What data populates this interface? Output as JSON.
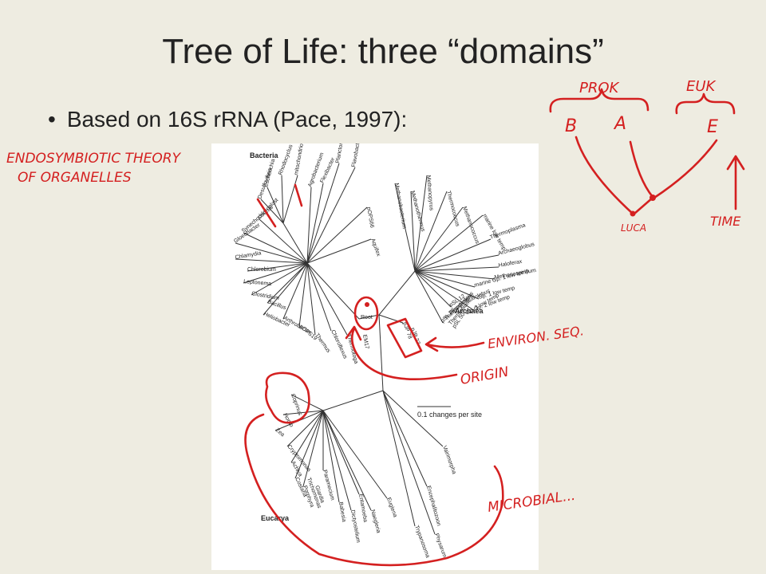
{
  "slide": {
    "title": "Tree of Life: three “domains”",
    "bullet_marker": "•",
    "bullet": "Based on 16S rRNA (Pace, 1997):"
  },
  "tree": {
    "domains": {
      "bacteria": "Bacteria",
      "archaea": "Archaea",
      "eucarya": "Eucarya"
    },
    "root_label": "Root",
    "scale_label": "0.1 changes per site",
    "bacteria_taxa": [
      "mitochondrion",
      "Rhodocyclus",
      "Escherichia",
      "Desulfovibrio",
      "Agrobacterium",
      "Flexibacter",
      "Planctomyces",
      "Flavobacterium",
      "chloroplast",
      "Synechococcus",
      "Gloeobacter",
      "Chlamydia",
      "Chlorobium",
      "Leptonema",
      "Clostridium",
      "Bacillus",
      "Heliobacter",
      "Arthrobacter",
      "pOPS19",
      "Thermus",
      "Chloroflexus",
      "Thermotoga",
      "pOPS66",
      "Aquifex",
      "EM17"
    ],
    "archaea_taxa": [
      "Methanobacterium",
      "Methanothermus",
      "Methanopyrus",
      "Thermococcus",
      "Methanococcus",
      "marine low temp",
      "Thermoplasma",
      "Archaeoglobus",
      "Haloferax",
      "Methanospirillum",
      "marine Gp. 1 low temp",
      "Gp. 1 low temp",
      "Gp. 2 low temp",
      "pSL 12",
      "pSL 22",
      "Gp. 3 low temp",
      "Sulfolobus",
      "Pyrodictium",
      "Thermoproteus",
      "Thermofilum",
      "pSL 50",
      "pJP 78",
      "pJP 27"
    ],
    "eucarya_taxa": [
      "Coprinus",
      "Homo",
      "Zea",
      "Cryptomonas",
      "Achlya",
      "Costaria",
      "Porphyra",
      "Paramecium",
      "Babesia",
      "Dictyostelium",
      "Entamoeba",
      "Naegleria",
      "Euglena",
      "Trypanosoma",
      "Physarum",
      "Encephalitozoon",
      "Vairimorpha",
      "Trichomonas",
      "Giardia"
    ]
  },
  "annotations": {
    "endosymbiotic_line1": "ENDOSYMBIOTIC THEORY",
    "endosymbiotic_line2": "OF ORGANELLES",
    "environ": "ENVIRON. SEQ.",
    "origin": "ORIGIN",
    "microbial": "MICROBIAL...",
    "prok": "PROK",
    "euk": "EUK",
    "b": "B",
    "a": "A",
    "e": "E",
    "luca": "LUCA",
    "time": "TIME"
  },
  "colors": {
    "background": "#eeece1",
    "ink": "#d42020",
    "text": "#222222"
  }
}
